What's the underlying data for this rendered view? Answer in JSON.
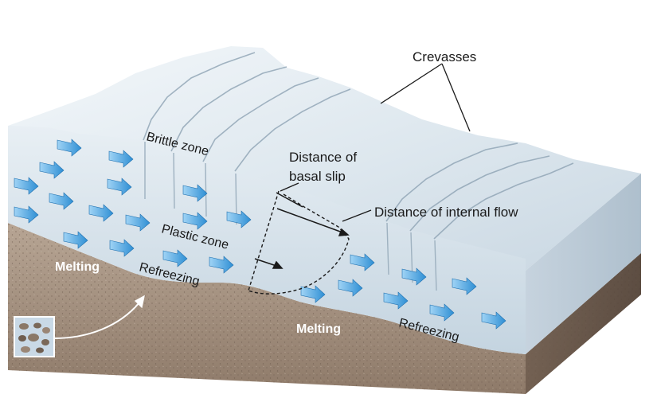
{
  "labels": {
    "crevasses": "Crevasses",
    "brittle_zone": "Brittle zone",
    "distance_basal_slip_1": "Distance of",
    "distance_basal_slip_2": "basal slip",
    "distance_internal_flow": "Distance of internal flow",
    "plastic_zone": "Plastic zone",
    "melting_left": "Melting",
    "refreezing_left": "Refreezing",
    "melting_center": "Melting",
    "refreezing_right": "Refreezing"
  },
  "colors": {
    "ice_top": "#dfe8ef",
    "ice_front": "#cfdce6",
    "bedrock": "#a89483",
    "flow_arrow": "#3a9ad8"
  },
  "icons": {
    "inset": "sediment-inset-icon"
  }
}
